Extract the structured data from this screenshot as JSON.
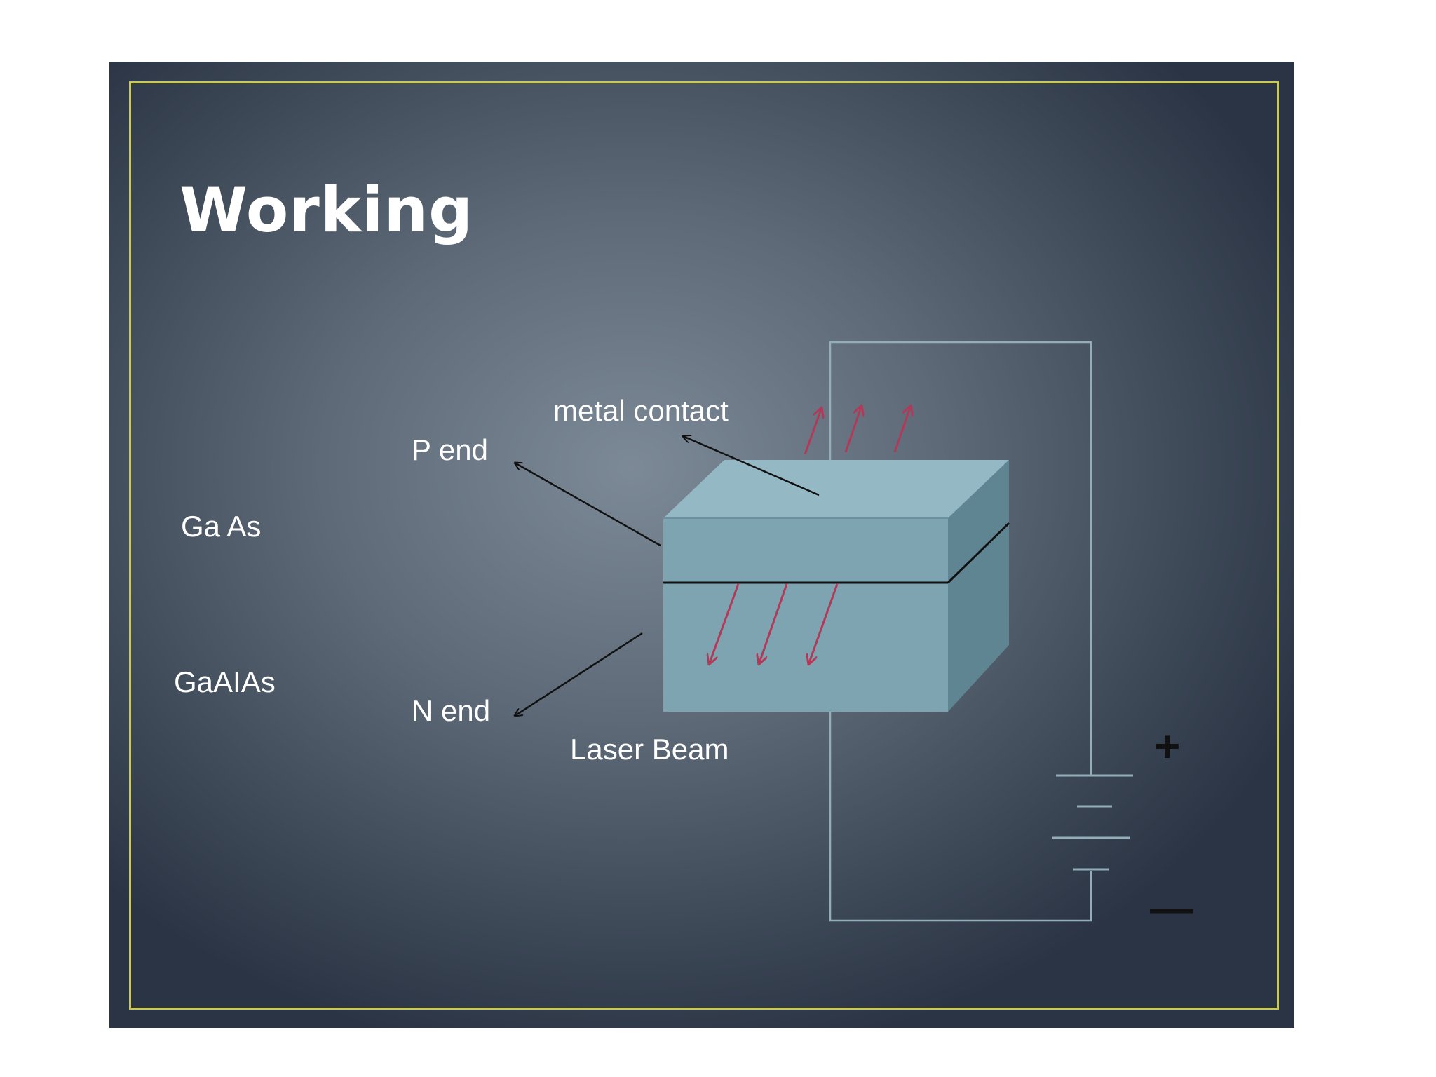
{
  "slide": {
    "title": "Working"
  },
  "labels": {
    "gaas": "Ga As",
    "gaalas": "GaAIAs",
    "p_end": "P end",
    "n_end": "N end",
    "metal_contact": "metal contact",
    "laser_beam": "Laser Beam"
  },
  "battery": {
    "plus": "+",
    "minus": "—"
  },
  "colors": {
    "background": "#5e6a78",
    "frame_border": "#c9c95a",
    "block_front": "#7ea3b1",
    "block_top": "#94b8c4",
    "block_side": "#5f8592",
    "circuit_wire": "#93aeb8",
    "photon_arrow": "#b03a58",
    "pointer_arrow": "#111111"
  }
}
